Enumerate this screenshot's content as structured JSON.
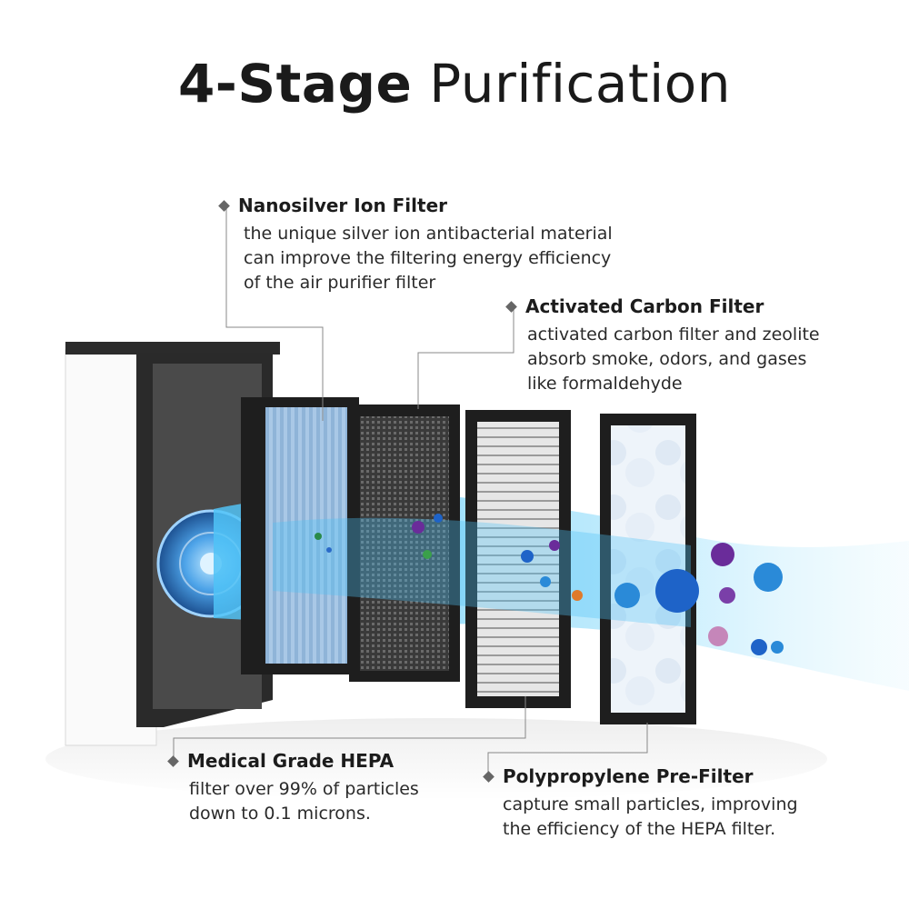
{
  "title": {
    "bold": "4-Stage",
    "light": " Purification"
  },
  "callouts": [
    {
      "title": "Nanosilver Ion Filter",
      "lines": [
        "the unique silver ion antibacterial material",
        "can improve the filtering energy efficiency",
        "of the air purifier filter"
      ]
    },
    {
      "title": "Activated Carbon Filter",
      "lines": [
        "activated carbon filter and zeolite",
        "absorb smoke, odors, and gases",
        "like formaldehyde"
      ]
    },
    {
      "title": "Medical Grade HEPA",
      "lines": [
        "filter over 99% of particles",
        "down to 0.1 microns."
      ]
    },
    {
      "title": "Polypropylene Pre-Filter",
      "lines": [
        "capture small particles, improving",
        "the efficiency of the HEPA filter."
      ]
    }
  ],
  "icons": [
    "diamond-bullet-icon",
    "fan-icon",
    "germ-icon"
  ],
  "colors": {
    "text": "#1c1c1c",
    "filter_frame": "#1e1e1e",
    "airflow": "#4fc3f7",
    "germ_blue": "#1e63c8",
    "germ_purple": "#6a2c9a"
  }
}
